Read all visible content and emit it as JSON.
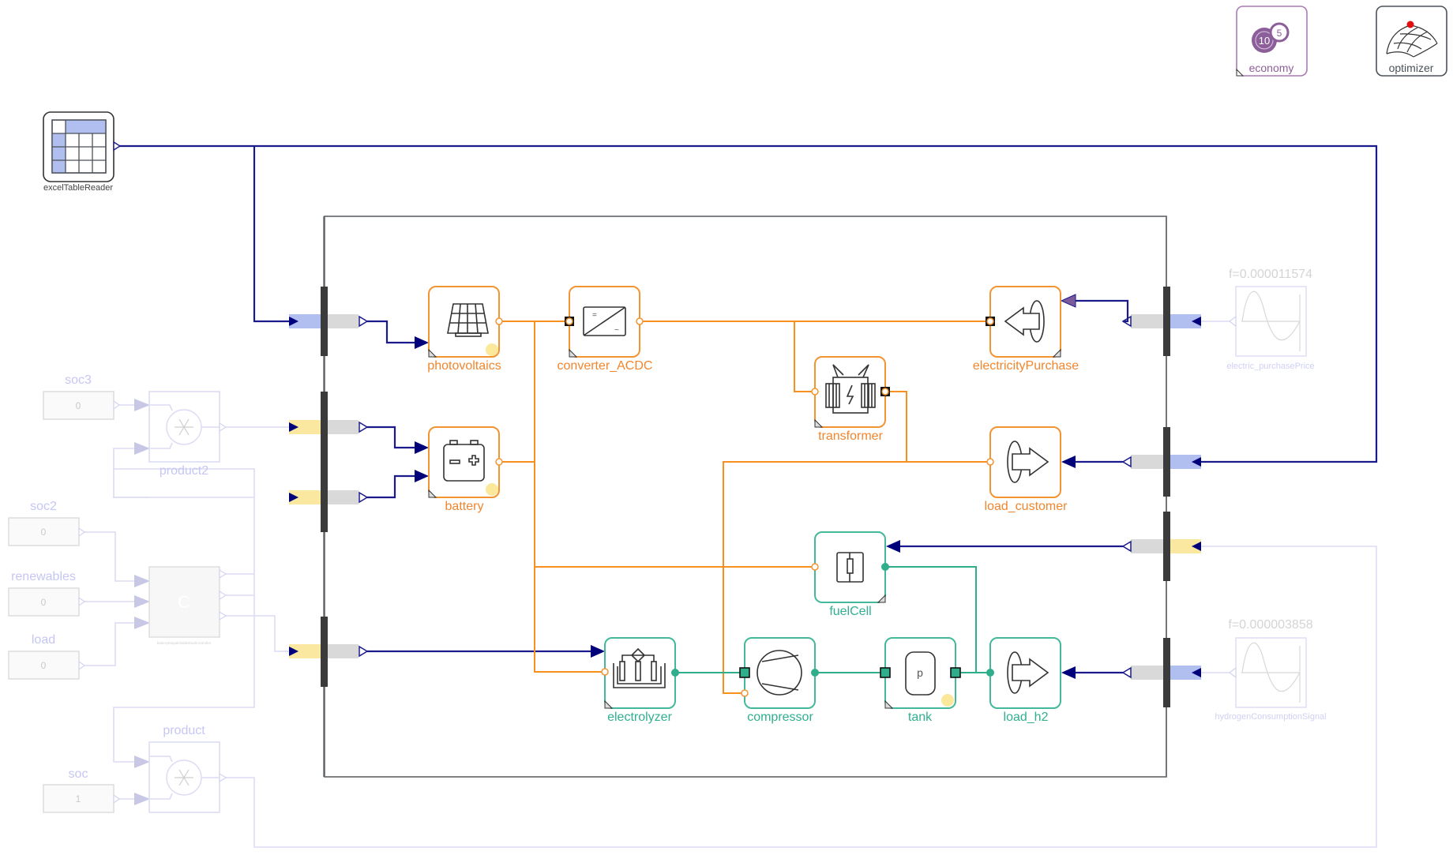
{
  "diagram": {
    "title": "Energy system model (Modelica diagram view)",
    "top_right": [
      {
        "id": "economy",
        "label": "economy",
        "icon": "economy-icon",
        "icon_text_big": "10",
        "icon_text_small": "5",
        "color": "#8c5e9a"
      },
      {
        "id": "optimizer",
        "label": "optimizer",
        "icon": "optimizer-surface-icon",
        "color": "#4a5258"
      }
    ],
    "excel_reader": {
      "label": "excelTableReader",
      "icon": "table-icon"
    },
    "electrical_components": [
      {
        "id": "photovoltaics",
        "label": "photovoltaics",
        "icon": "solar-panel-icon"
      },
      {
        "id": "battery",
        "label": "battery",
        "icon": "battery-icon"
      },
      {
        "id": "converter_ACDC",
        "label": "converter_ACDC",
        "icon": "converter-icon",
        "symbol_dc": "=",
        "symbol_ac": "~"
      },
      {
        "id": "transformer",
        "label": "transformer",
        "icon": "transformer-icon"
      },
      {
        "id": "electricityPurchase",
        "label": "electricityPurchase",
        "icon": "grid-source-icon"
      },
      {
        "id": "load_customer",
        "label": "load_customer",
        "icon": "load-sink-icon"
      }
    ],
    "hydrogen_components": [
      {
        "id": "fuelCell",
        "label": "fuelCell",
        "icon": "fuel-cell-icon"
      },
      {
        "id": "electrolyzer",
        "label": "electrolyzer",
        "icon": "electrolyzer-icon"
      },
      {
        "id": "compressor",
        "label": "compressor",
        "icon": "compressor-icon"
      },
      {
        "id": "tank",
        "label": "tank",
        "icon": "tank-icon",
        "symbol": "p"
      },
      {
        "id": "load_h2",
        "label": "load_h2",
        "icon": "load-sink-icon"
      }
    ],
    "disabled_blocks": {
      "constants": [
        {
          "id": "soc3",
          "label": "soc3",
          "value": "0"
        },
        {
          "id": "soc2",
          "label": "soc2",
          "value": "0"
        },
        {
          "id": "renewables",
          "label": "renewables",
          "value": "0"
        },
        {
          "id": "load",
          "label": "load",
          "value": "0"
        },
        {
          "id": "soc",
          "label": "soc",
          "value": "1"
        }
      ],
      "products": [
        {
          "id": "product2",
          "label": "product2",
          "icon": "multiply-icon"
        },
        {
          "id": "product",
          "label": "product",
          "icon": "multiply-icon"
        }
      ],
      "controller": {
        "label": "batteryDispatchableDualController",
        "symbol": "C"
      },
      "sines": [
        {
          "id": "electric_purchasePrice",
          "label": "electric_purchasePrice",
          "param": "f=0.000011574",
          "icon": "sine-icon"
        },
        {
          "id": "hydrogenConsumptionSignal",
          "label": "hydrogenConsumptionSignal",
          "param": "f=0.000003858",
          "icon": "sine-icon"
        }
      ]
    },
    "colors": {
      "signal_wire": "#1a1a8c",
      "electric_wire": "#f7901e",
      "hydrogen_wire": "#2fae8c",
      "electric_component": "#f39433",
      "hydrogen_component": "#44b89a",
      "disabled": "#c6c6f4",
      "bus_blue": "#b0bff0",
      "bus_yellow": "#fbe8a0",
      "bus_gray": "#d9d9d9",
      "bus_bar": "#3b3b3b"
    }
  }
}
